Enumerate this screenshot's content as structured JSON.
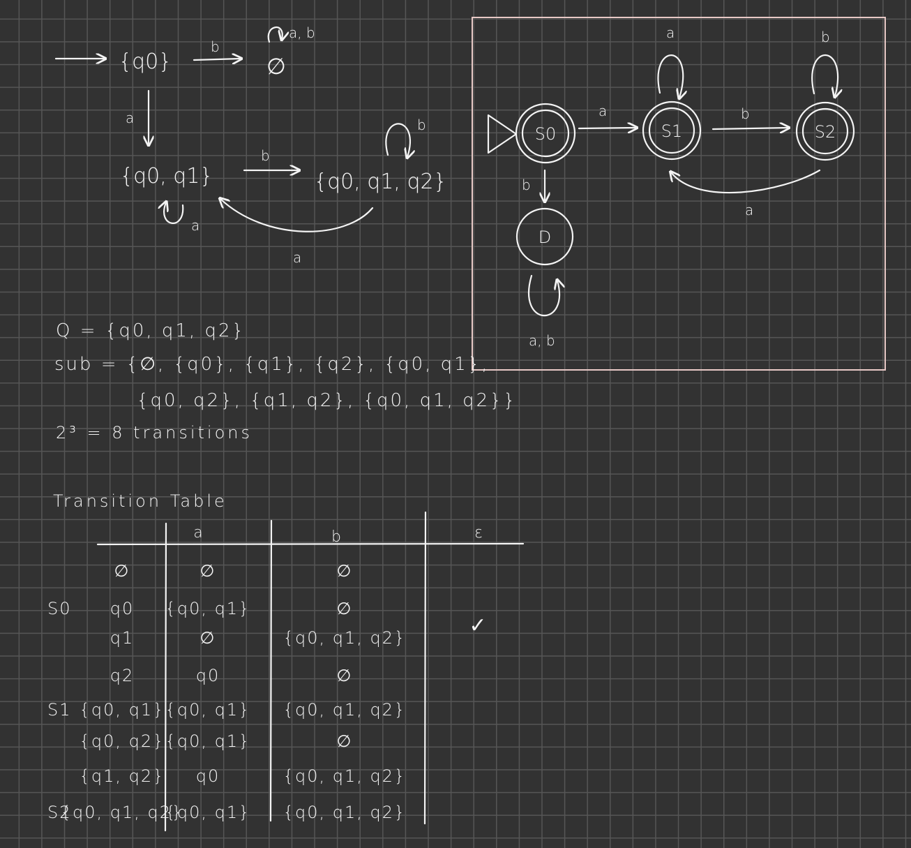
{
  "subset_diagram": {
    "states": {
      "start": "{q0}",
      "empty": "∅",
      "s01": "{q0, q1}",
      "s012": "{q0, q1, q2}"
    },
    "labels": {
      "start_to_empty": "b",
      "empty_loop": "a, b",
      "start_to_s01": "a",
      "s01_to_s012": "b",
      "s012_loop": "b",
      "s01_loop": "a",
      "s012_to_s01": "a"
    }
  },
  "dfa_box": {
    "states": {
      "s0": "S0",
      "s1": "S1",
      "s2": "S2",
      "dead": "D"
    },
    "labels": {
      "s0_to_s1": "a",
      "s1_loop": "a",
      "s1_to_s2": "b",
      "s2_loop": "b",
      "s2_to_s1": "a",
      "s0_to_dead": "b",
      "dead_loop": "a, b"
    }
  },
  "notes": {
    "q_def": "Q = {q0, q1, q2}",
    "sub_line1": "sub = {∅, {q0}, {q1}, {q2}, {q0, q1},",
    "sub_line2": "{q0, q2}, {q1, q2}, {q0, q1, q2}}",
    "count": "2³ = 8 transitions"
  },
  "table": {
    "title": "Transition Table",
    "headers": [
      "a",
      "b",
      "ε"
    ],
    "check": "✓",
    "rows": [
      {
        "label": "",
        "state": "∅",
        "a": "∅",
        "b": "∅"
      },
      {
        "label": "S0",
        "state": "q0",
        "a": "{q0, q1}",
        "b": "∅"
      },
      {
        "label": "",
        "state": "q1",
        "a": "∅",
        "b": "{q0, q1, q2}"
      },
      {
        "label": "",
        "state": "q2",
        "a": "q0",
        "b": "∅"
      },
      {
        "label": "S1",
        "state": "{q0, q1}",
        "a": "{q0, q1}",
        "b": "{q0, q1, q2}"
      },
      {
        "label": "",
        "state": "{q0, q2}",
        "a": "{q0, q1}",
        "b": "∅"
      },
      {
        "label": "",
        "state": "{q1, q2}",
        "a": "q0",
        "b": "{q0, q1, q2}"
      },
      {
        "label": "S2",
        "state": "{q0, q1, q2}",
        "a": "{q0, q1}",
        "b": "{q0, q1, q2}"
      }
    ]
  }
}
